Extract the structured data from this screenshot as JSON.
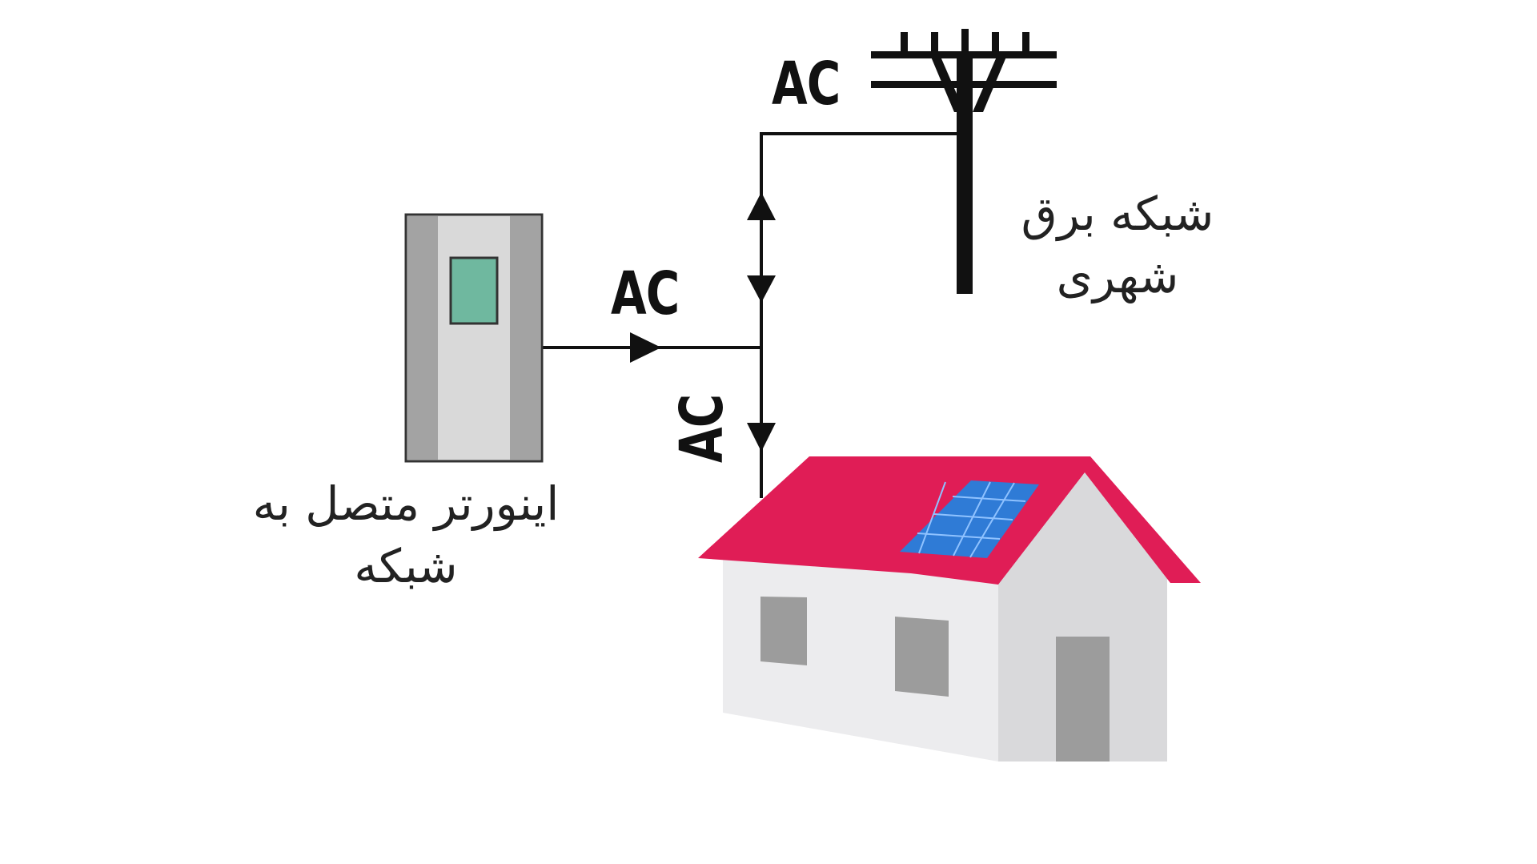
{
  "labels": {
    "ac_top": "AC",
    "ac_middle": "AC",
    "ac_vertical": "AC",
    "grid_line1": "شبکه برق",
    "grid_line2": "شهری",
    "inverter_line1": "اینورتر متصل به",
    "inverter_line2": "شبکه"
  },
  "colors": {
    "roof": "#e01d56",
    "house_front": "#ececee",
    "house_side": "#d9d9db",
    "window": "#9c9c9c",
    "solar_panel": "#2f7bd6",
    "inverter_body": "#d9d9d9",
    "inverter_side": "#a3a3a3",
    "inverter_screen": "#6fb89f",
    "line": "#111111"
  },
  "icons": {
    "pole": "utility-pole-icon",
    "house": "house-icon",
    "inverter": "inverter-icon",
    "panel": "solar-panel-icon"
  }
}
